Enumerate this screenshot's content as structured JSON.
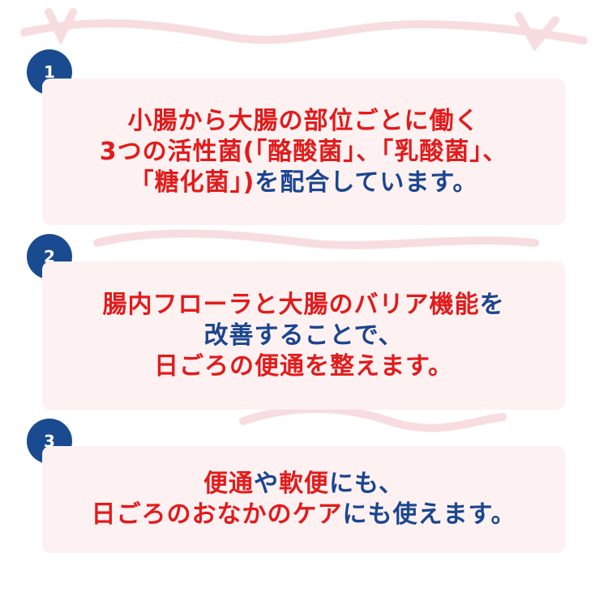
{
  "colors": {
    "accent_red": "#e21b1b",
    "accent_blue": "#1b4590",
    "card_bg": "#fdf1f2",
    "badge_bg": "#1a4b91"
  },
  "points": [
    {
      "number": "1",
      "lines": [
        [
          {
            "text": "小腸から大腸の部位ごとに働く",
            "color": "red"
          }
        ],
        [
          {
            "text": "3つの活性菌(「酪酸菌」、「乳酸菌」、",
            "color": "red"
          }
        ],
        [
          {
            "text": "「糖化菌」)",
            "color": "red"
          },
          {
            "text": "を配合しています。",
            "color": "blue"
          }
        ]
      ]
    },
    {
      "number": "2",
      "lines": [
        [
          {
            "text": "腸内フローラと大腸のバリア機能",
            "color": "red"
          },
          {
            "text": "を",
            "color": "blue"
          }
        ],
        [
          {
            "text": "改善することで、",
            "color": "blue"
          }
        ],
        [
          {
            "text": "日ごろの便通を整えます。",
            "color": "red"
          }
        ]
      ]
    },
    {
      "number": "3",
      "lines": [
        [
          {
            "text": "便通",
            "color": "red"
          },
          {
            "text": "や",
            "color": "blue"
          },
          {
            "text": "軟便",
            "color": "red"
          },
          {
            "text": "にも、",
            "color": "blue"
          }
        ],
        [
          {
            "text": "日ごろのおなかのケア",
            "color": "red"
          },
          {
            "text": "にも使えます。",
            "color": "blue"
          }
        ]
      ]
    }
  ]
}
